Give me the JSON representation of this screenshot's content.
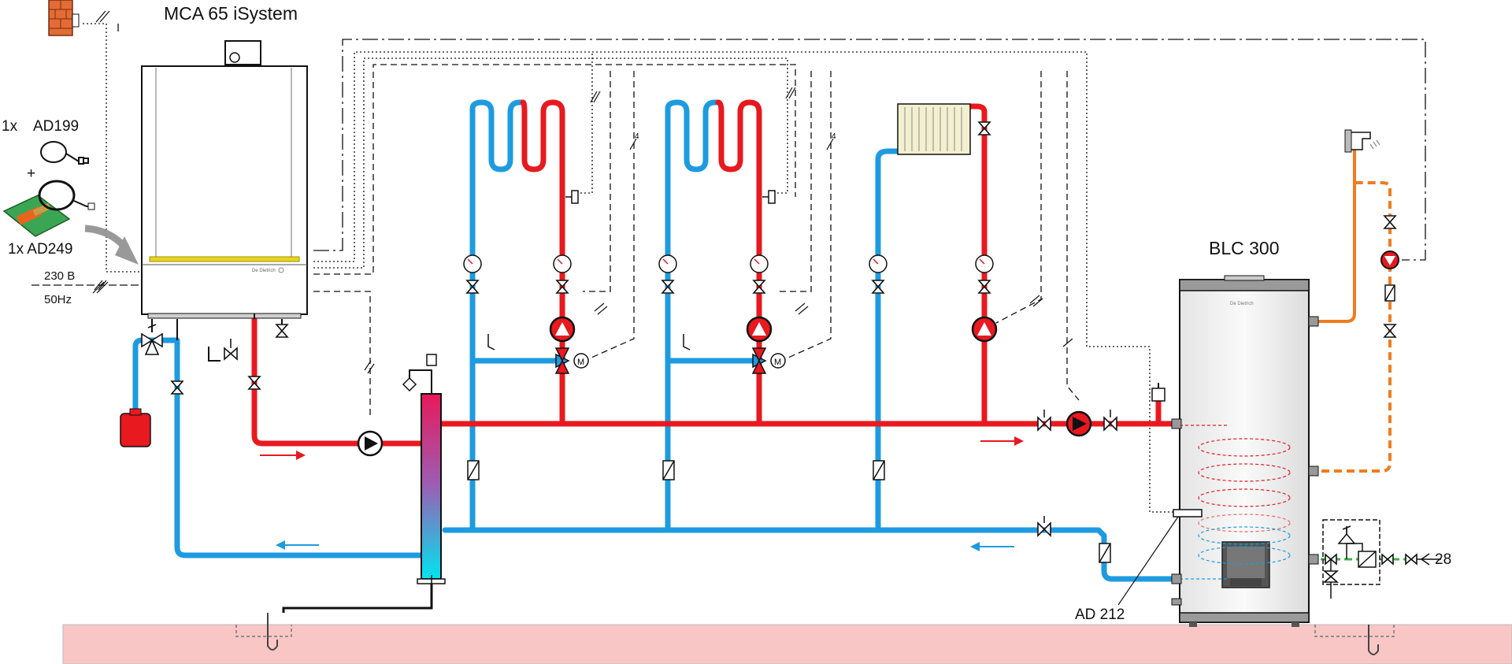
{
  "colors": {
    "supply": "#e8191f",
    "return": "#1e9be0",
    "dhw": "#f07c1e",
    "cold": "#39b54a",
    "floor": "#f9c6c6",
    "wire": "#111111"
  },
  "labels": {
    "boiler": "MCA 65 iSystem",
    "qty_ad199": "1x",
    "ad199": "AD199",
    "plus": "+",
    "ad249": "1x AD249",
    "voltage": "230 B",
    "frequency": "50Hz",
    "cylinder": "BLC 300",
    "sensor": "AD 212",
    "cold_feed": "28",
    "boiler_brand": "De Dietrich",
    "cylinder_brand": "De Dietrich",
    "motor": "M",
    "cable_count": "4"
  },
  "icons": [
    "wall-sensor-icon",
    "cable-icon",
    "control-board-icon",
    "arrow-icon",
    "pump-icon",
    "valve-icon",
    "gauge-icon",
    "radiator-icon",
    "tap-icon",
    "expansion-vessel-icon",
    "low-loss-header-icon",
    "safety-valve-icon"
  ]
}
